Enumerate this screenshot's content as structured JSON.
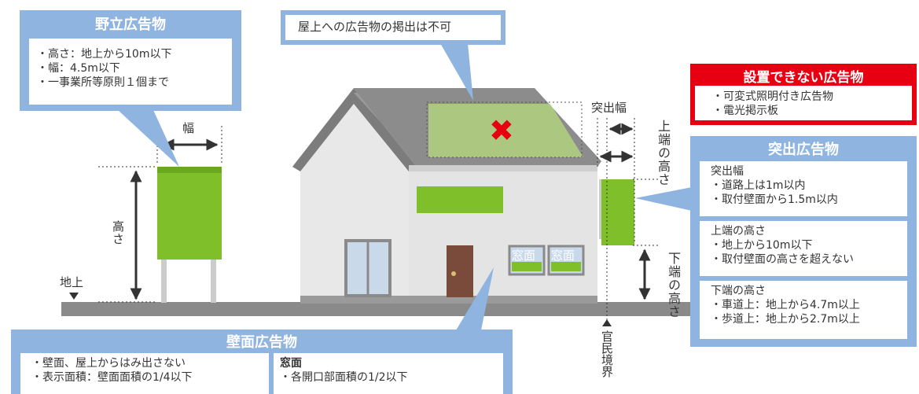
{
  "colors": {
    "box_blue": "#8fb4e0",
    "sign_green": "#7fbf2a",
    "red": "#e60012",
    "ground": "#888888"
  },
  "freestanding": {
    "title": "野立広告物",
    "items": [
      "・高さ：地上から10m以下",
      "・幅：4.5m以下",
      "・一事業所等原則１個まで"
    ]
  },
  "roof_note": "屋上への広告物の掲出は不可",
  "prohibited": {
    "title": "設置できない広告物",
    "items": [
      "・可変式照明付き広告物",
      "・電光掲示板"
    ]
  },
  "projecting": {
    "title": "突出広告物",
    "sections": [
      {
        "heading": "突出幅",
        "items": [
          "・道路上は1m以内",
          "・取付壁面から1.5m以内"
        ]
      },
      {
        "heading": "上端の高さ",
        "items": [
          "・地上から10m以下",
          "・取付壁面の高さを超えない"
        ]
      },
      {
        "heading": "下端の高さ",
        "items": [
          "・車道上：地上から4.7m以上",
          "・歩道上：地上から2.7m以上"
        ]
      }
    ]
  },
  "wall": {
    "title": "壁面広告物",
    "left_items": [
      "・壁面、屋上からはみ出さない",
      "・表示面積：壁面面積の1/4以下"
    ],
    "right_heading": "窓面",
    "right_items": [
      "・各開口部面積の1/2以下"
    ]
  },
  "labels": {
    "width": "幅",
    "height": "高さ",
    "ground": "地上",
    "projection_width": "突出幅",
    "top_height": "上端の高さ",
    "bottom_height": "下端の高さ",
    "boundary": "官民境界",
    "window1": "窓面",
    "window2": "窓面",
    "cross_mark": "✖"
  }
}
